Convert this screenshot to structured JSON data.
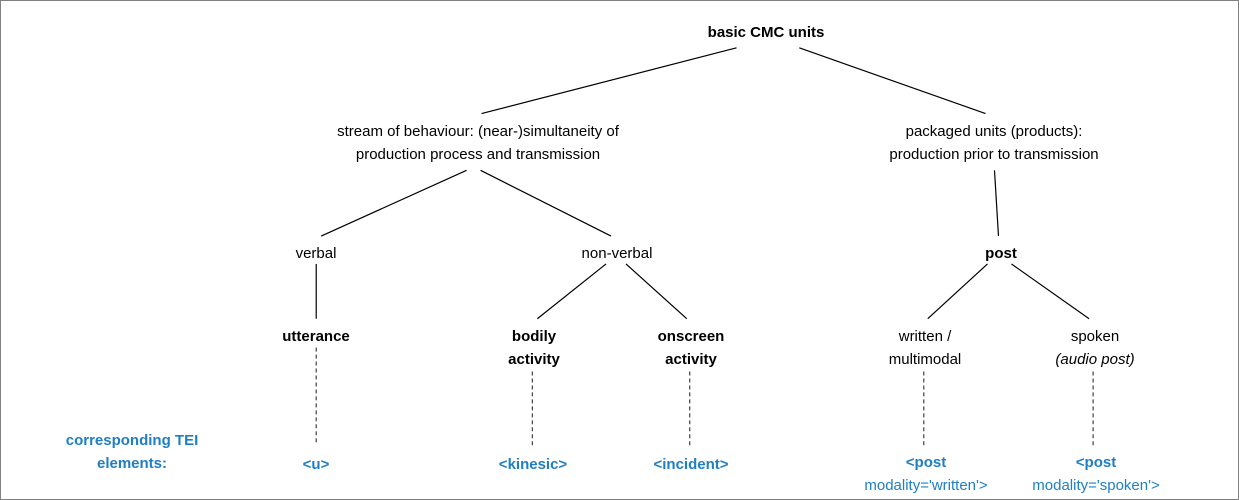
{
  "diagram": {
    "root": "basic CMC units",
    "left_branch": {
      "line1": "stream of behaviour: (near-)simultaneity of",
      "line2": "production process and transmission"
    },
    "right_branch": {
      "line1": "packaged units (products):",
      "line2": "production prior to transmission"
    },
    "verbal": "verbal",
    "nonverbal": "non-verbal",
    "utterance": "utterance",
    "bodily": {
      "line1": "bodily",
      "line2": "activity"
    },
    "onscreen": {
      "line1": "onscreen",
      "line2": "activity"
    },
    "post": "post",
    "written": {
      "line1": "written /",
      "line2": "multimodal"
    },
    "spoken": {
      "line1": "spoken",
      "line2": "(audio post)"
    },
    "tei_caption": {
      "line1": "corresponding TEI",
      "line2": "elements:"
    },
    "tei": {
      "u": "<u>",
      "kinesic": "<kinesic>",
      "incident": "<incident>",
      "post_written": {
        "line1": "<post",
        "line2": "modality='written'>"
      },
      "post_spoken": {
        "line1": "<post",
        "line2": "modality='spoken'>"
      }
    }
  },
  "colors": {
    "accent_blue": "#1F7EC4",
    "line": "#000000",
    "border": "#808080"
  }
}
